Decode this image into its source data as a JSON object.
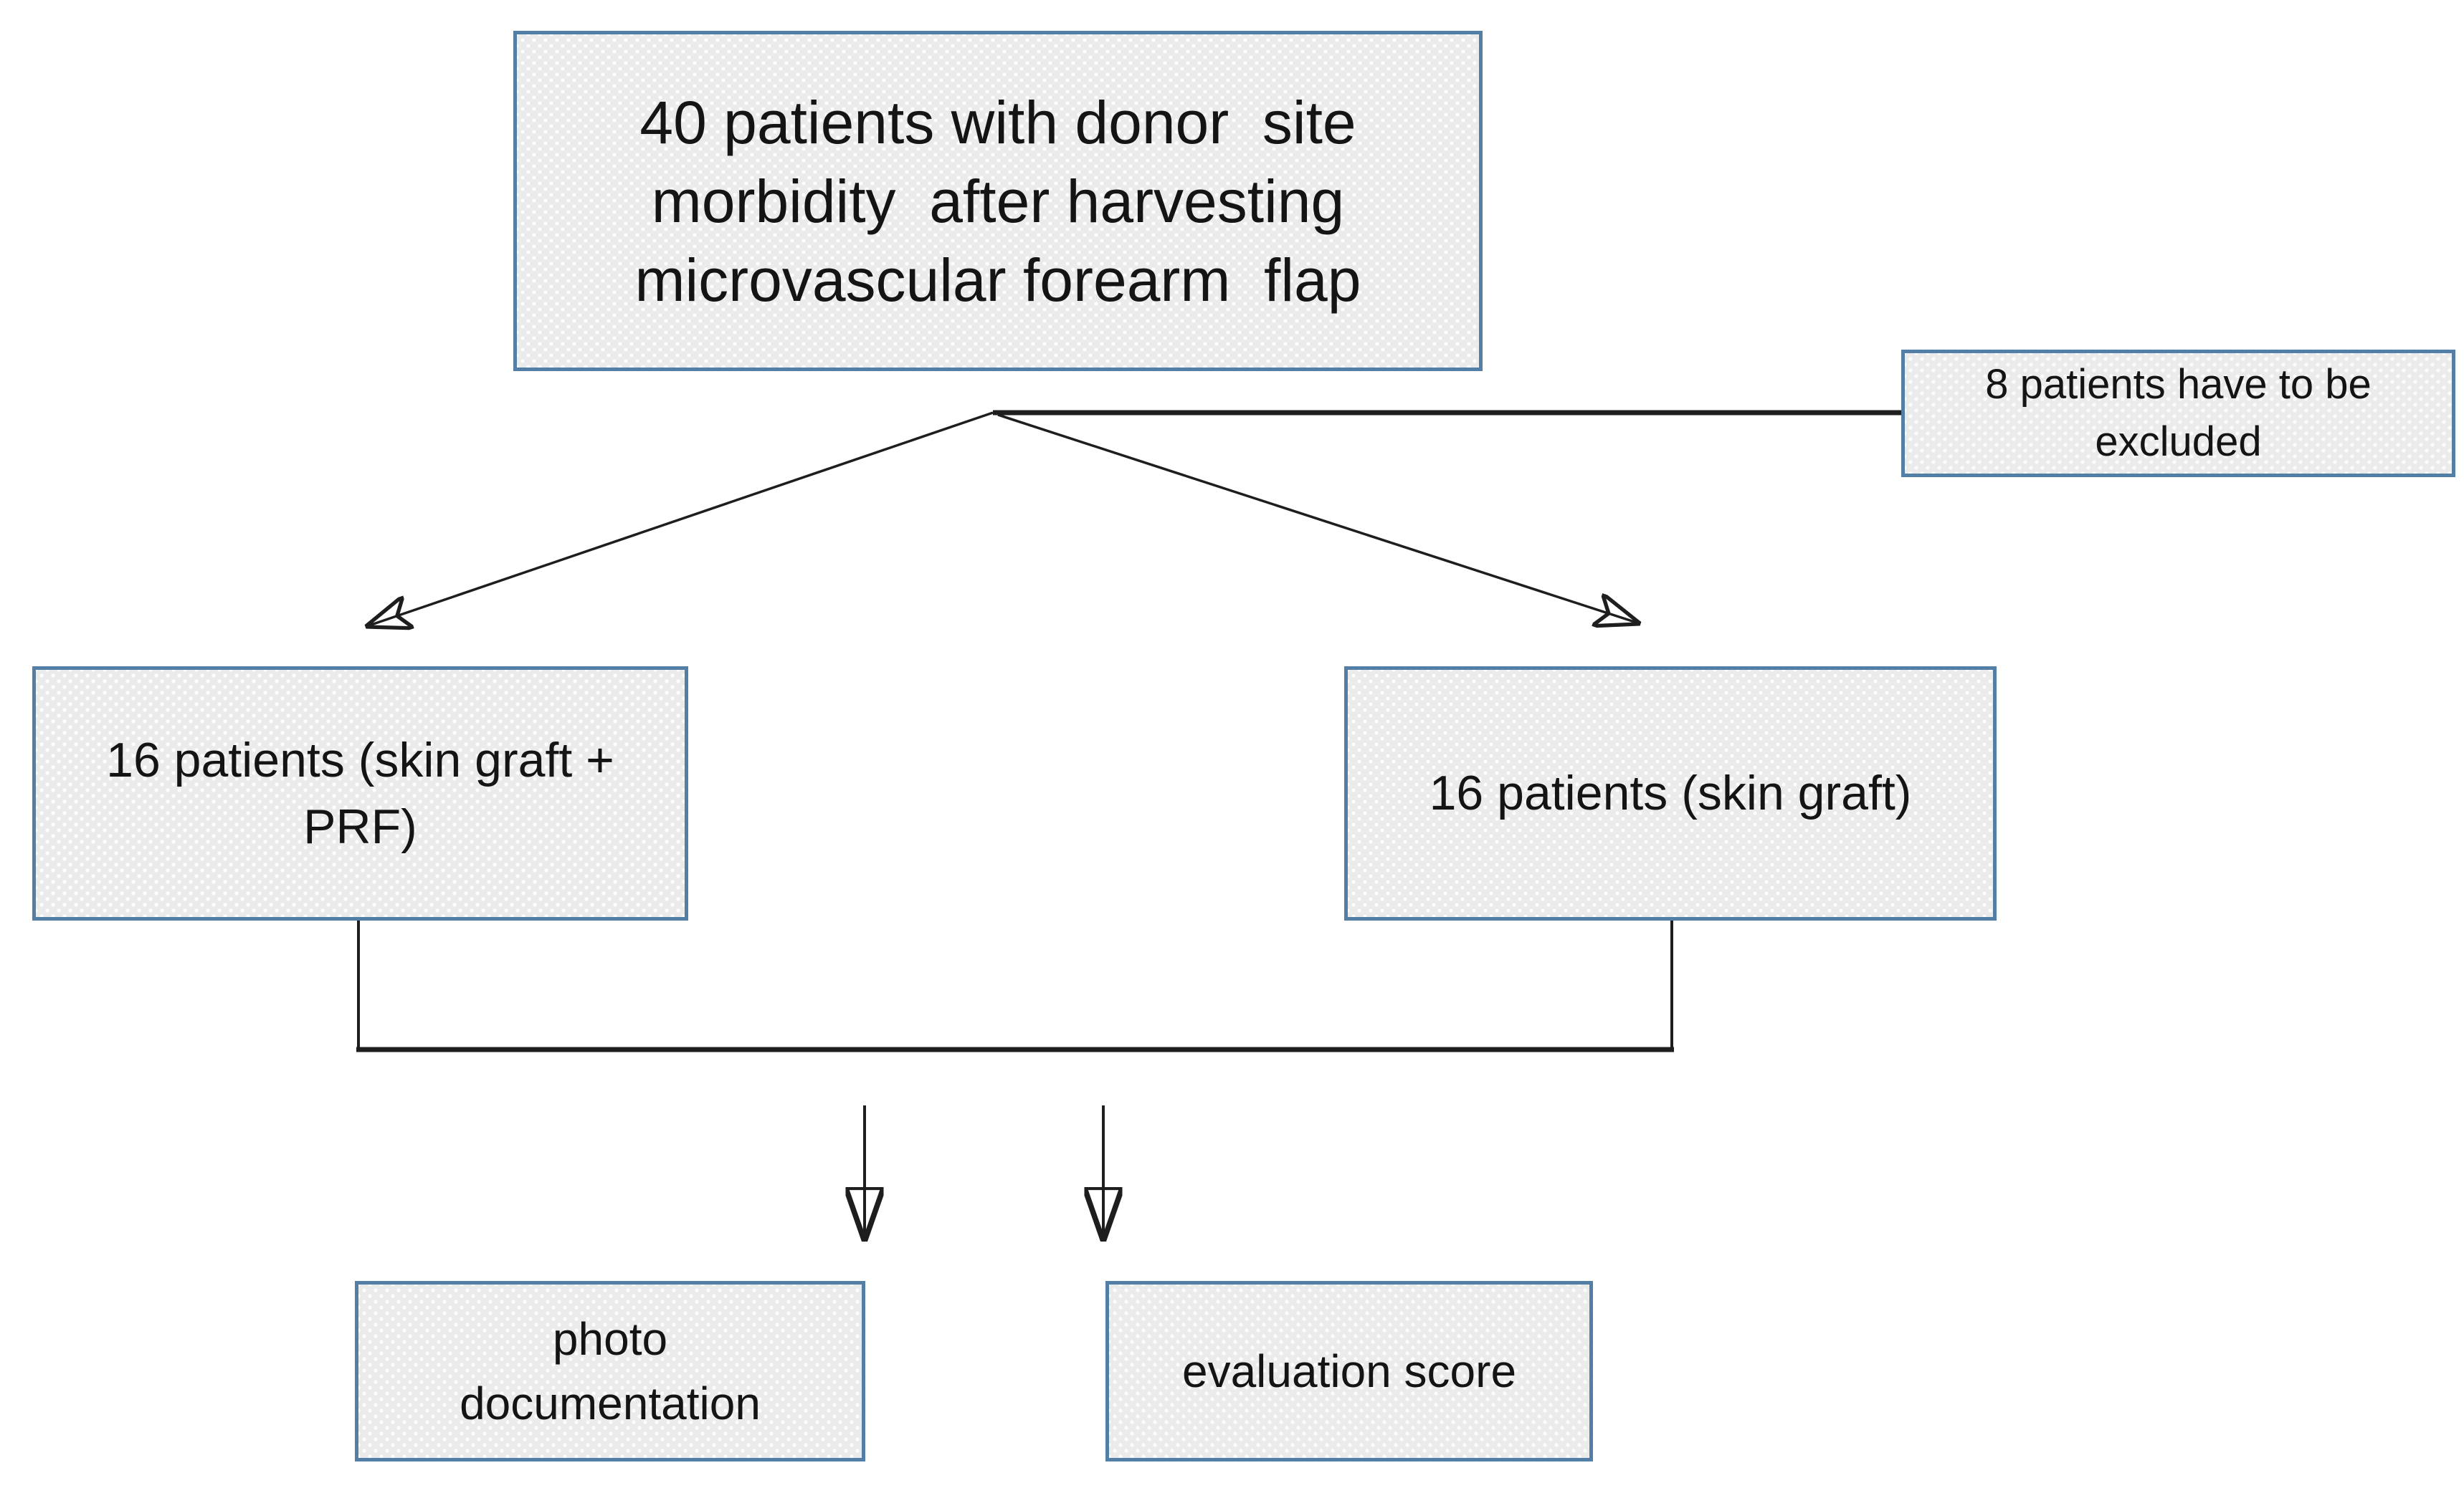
{
  "flowchart": {
    "nodes": {
      "total_patients": {
        "lines": [
          "40 patients with donor  site",
          "morbidity  after harvesting",
          "microvascular forearm  flap"
        ]
      },
      "excluded_patients": {
        "lines": [
          "8 patients have to be",
          "excluded"
        ]
      },
      "skin_graft_prf_group": {
        "lines": [
          "16 patients (skin graft +",
          "PRF)"
        ]
      },
      "skin_graft_group": {
        "lines": [
          "16 patients (skin graft)"
        ]
      },
      "photo_documentation": {
        "lines": [
          "photo",
          "documentation"
        ]
      },
      "evaluation_score": {
        "lines": [
          "evaluation score"
        ]
      }
    },
    "colors": {
      "box_fill": "#ebebeb",
      "box_border": "#537ea5",
      "connector": "#1e1e1e",
      "text": "#141414",
      "background": "#ffffff"
    }
  }
}
